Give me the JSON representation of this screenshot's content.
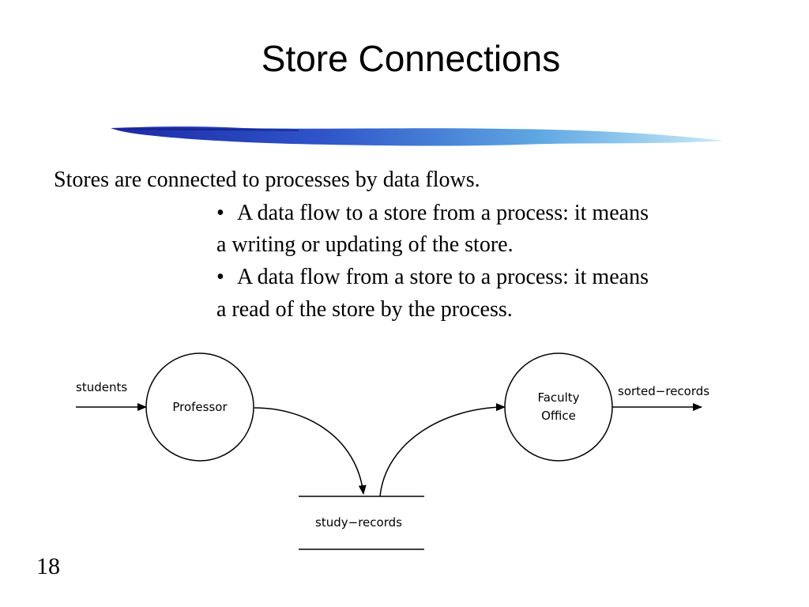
{
  "slide": {
    "title": "Store Connections",
    "page_number": "18"
  },
  "content": {
    "intro": "Stores are connected to processes by data flows.",
    "bullet_mark": "•",
    "bullets": [
      {
        "line1": "A data flow to a store from a process: it means",
        "line2": "a writing or updating of the store."
      },
      {
        "line1": "A data flow from a store to a process: it means",
        "line2": "a read of the store by the process."
      }
    ]
  },
  "diagram": {
    "processes": [
      {
        "label": "Professor"
      },
      {
        "label_line1": "Faculty",
        "label_line2": "Office"
      }
    ],
    "store": {
      "label": "study−records"
    },
    "flows": {
      "input": "students",
      "output": "sorted−records"
    }
  },
  "colors": {
    "underline_dark": "#1c2aa6",
    "underline_light": "#9fd2ee"
  }
}
